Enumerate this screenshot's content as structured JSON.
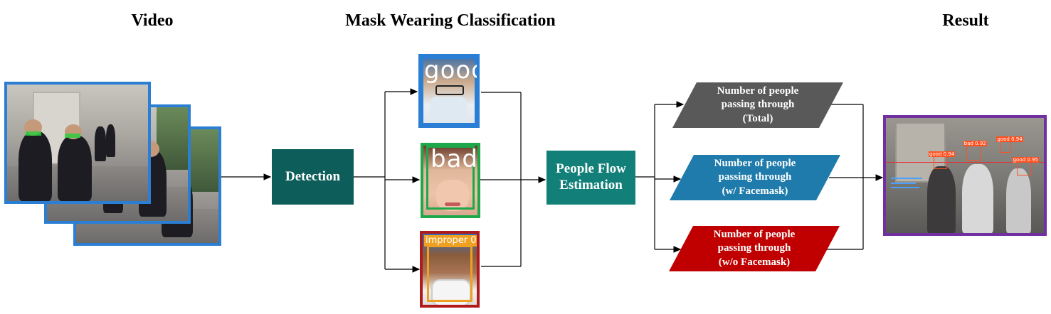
{
  "headings": {
    "video": "Video",
    "classification": "Mask Wearing Classification",
    "result": "Result"
  },
  "process": {
    "detection": "Detection",
    "flow_line1": "People Flow",
    "flow_line2": "Estimation"
  },
  "faces": {
    "good": "good",
    "bad": "bad",
    "improper": "improper 0"
  },
  "outputs": [
    {
      "line1": "Number of people",
      "line2": "passing through",
      "line3": "(Total)",
      "color": "#595959"
    },
    {
      "line1": "Number of people",
      "line2": "passing through",
      "line3": "(w/ Facemask)",
      "color": "#1f7bab"
    },
    {
      "line1": "Number of people",
      "line2": "passing through",
      "line3": "(w/o Facemask)",
      "color": "#c00000"
    }
  ],
  "result_labels": {
    "good1": "good 0.94",
    "bad1": "bad 0.92",
    "good2": "good 0.94",
    "good3": "good 0.95"
  },
  "colors": {
    "detection": "#0d5e5a",
    "flow": "#128079",
    "video_border": "#2a7fd4",
    "good_border": "#2a7fd4",
    "bad_border": "#1fa84a",
    "improper_border": "#b01a1a",
    "result_border": "#7030a0"
  }
}
